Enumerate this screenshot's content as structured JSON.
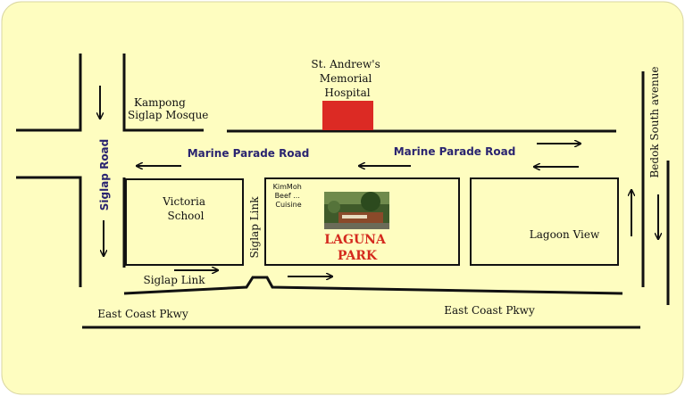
{
  "labels": {
    "hospital": [
      "St. Andrew's",
      "Memorial",
      "Hospital"
    ],
    "mosque": [
      "Kampong",
      "Siglap Mosque"
    ],
    "marine_parade_left": "Marine Parade Road",
    "marine_parade_right": "Marine Parade Road",
    "siglap_road": "Siglap Road",
    "bedok_south": "Bedok South avenue",
    "victoria_school": [
      "Victoria",
      "School"
    ],
    "siglap_link_vertical": "Siglap Link",
    "kimmoh": [
      "KimMoh",
      "Beef ...",
      "Cuisine"
    ],
    "laguna_park": [
      "LAGUNA",
      "PARK"
    ],
    "lagoon_view": "Lagoon View",
    "siglap_link_bottom": "Siglap Link",
    "ecp_left": "East Coast Pkwy",
    "ecp_right": "East Coast Pkwy"
  },
  "colors": {
    "background": "#fefdc0",
    "hospital_block": "#dc2a24",
    "road_text": "#2a2470",
    "park_text": "#d42a1e"
  }
}
